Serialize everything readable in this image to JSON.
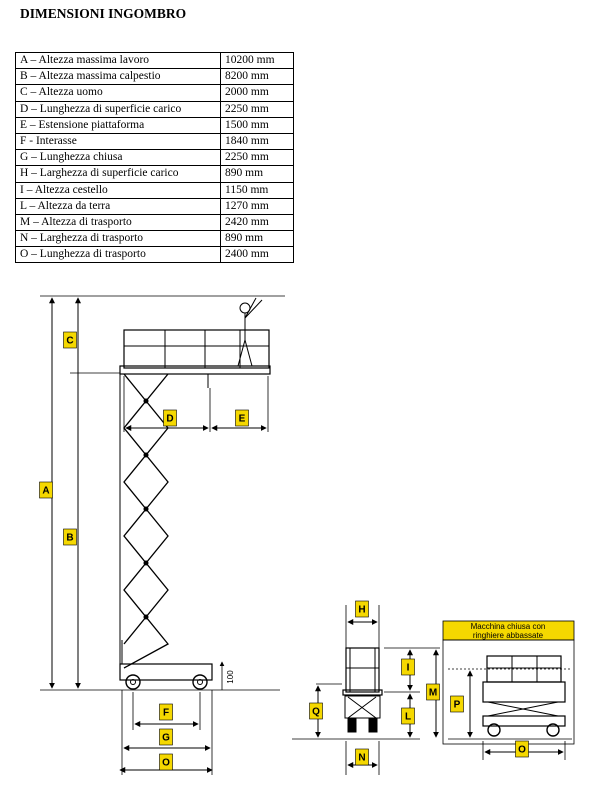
{
  "title": "DIMENSIONI INGOMBRO",
  "rows": [
    {
      "label": "A – Altezza massima lavoro",
      "value": "10200 mm"
    },
    {
      "label": "B – Altezza massima calpestio",
      "value": "8200 mm"
    },
    {
      "label": "C – Altezza uomo",
      "value": "2000 mm"
    },
    {
      "label": "D – Lunghezza di superficie carico",
      "value": "2250 mm"
    },
    {
      "label": "E – Estensione piattaforma",
      "value": "1500 mm"
    },
    {
      "label": "F - Interasse",
      "value": "1840 mm"
    },
    {
      "label": "G – Lunghezza chiusa",
      "value": "2250 mm"
    },
    {
      "label": "H – Larghezza di superficie carico",
      "value": "890 mm"
    },
    {
      "label": "I – Altezza cestello",
      "value": "1150 mm"
    },
    {
      "label": "L – Altezza da terra",
      "value": "1270 mm"
    },
    {
      "label": "M – Altezza di trasporto",
      "value": "2420 mm"
    },
    {
      "label": "N – Larghezza di trasporto",
      "value": "890 mm"
    },
    {
      "label": "O – Lunghezza di trasporto",
      "value": "2400 mm"
    }
  ],
  "drawing": {
    "letters": {
      "A": "A",
      "B": "B",
      "C": "C",
      "D": "D",
      "E": "E",
      "F": "F",
      "G": "G",
      "O": "O",
      "H": "H",
      "I": "I",
      "L": "L",
      "M": "M",
      "N": "N",
      "P": "P",
      "Q": "Q",
      "O2": "O"
    },
    "ground_clearance": "100",
    "note_line1": "Macchina chiusa con",
    "note_line2": "ringhiere abbassate",
    "tag_color": "#f5d800",
    "note_color": "#f5d800"
  }
}
